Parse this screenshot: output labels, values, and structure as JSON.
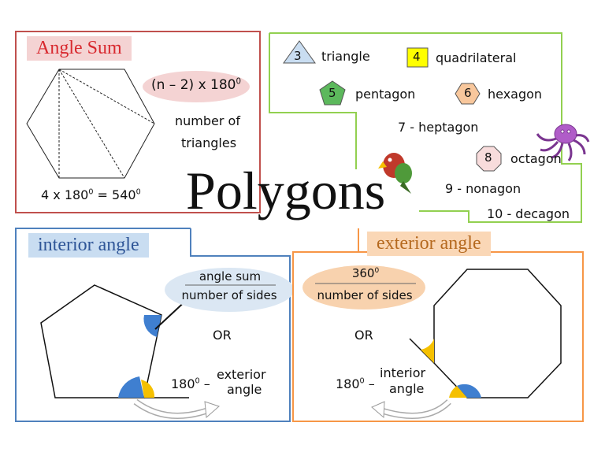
{
  "title": "Polygons",
  "angle_sum": {
    "heading": "Angle Sum",
    "formula_base": "(n – 2) x 180",
    "formula_exp": "0",
    "caption_line1": "number of",
    "caption_line2": "triangles",
    "example_base": "4 x 180",
    "example_exp": "0",
    "example_result": " = 540",
    "example_result_exp": "0"
  },
  "names": {
    "triangle": {
      "num": "3",
      "label": "triangle"
    },
    "quadrilateral": {
      "num": "4",
      "label": "quadrilateral"
    },
    "pentagon": {
      "num": "5",
      "label": "pentagon"
    },
    "hexagon": {
      "num": "6",
      "label": "hexagon"
    },
    "heptagon": "7 - heptagon",
    "octagon": {
      "num": "8",
      "label": "octagon"
    },
    "nonagon": "9 - nonagon",
    "decagon": "10 - decagon"
  },
  "interior": {
    "heading": "interior angle",
    "numerator": "angle sum",
    "denominator": "number of sides",
    "or": "OR",
    "alt_base": "180",
    "alt_exp": "0",
    "alt_dash": " –",
    "alt_line1": "exterior",
    "alt_line2": "angle"
  },
  "exterior": {
    "heading": "exterior angle",
    "numerator": "360",
    "numerator_exp": "0",
    "denominator": "number of sides",
    "or": "OR",
    "alt_base": "180",
    "alt_exp": "0",
    "alt_dash": " –",
    "alt_line1": "interior",
    "alt_line2": "angle"
  },
  "colors": {
    "angle_sum_border": "#c0504d",
    "angle_sum_tag": "#f4d3d3",
    "angle_sum_text": "#d8282e",
    "names_border": "#92d050",
    "interior_border": "#4f81bd",
    "interior_tag": "#c9ddf1",
    "interior_text": "#2e5597",
    "exterior_border": "#f79646",
    "exterior_tag": "#fad7b6",
    "exterior_text": "#b5691f",
    "blue_angle": "#3f7fd0",
    "yellow_angle": "#f5c000"
  }
}
